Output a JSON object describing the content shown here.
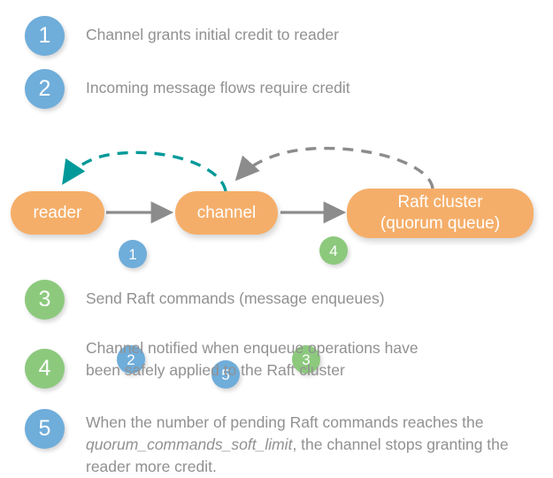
{
  "colors": {
    "badge_blue": "#6fadda",
    "badge_green": "#8cc97d",
    "node_orange": "#f5ae69",
    "text_gray": "#919191",
    "arrow_gray": "#8c8c8c",
    "arrow_teal": "#009999",
    "node_label": "#ffffff",
    "background": "#ffffff"
  },
  "steps_top": [
    {
      "number": "1",
      "color": "blue",
      "text": "Channel grants initial credit to reader"
    },
    {
      "number": "2",
      "color": "blue",
      "text": "Incoming message flows require credit"
    }
  ],
  "steps_bottom": [
    {
      "number": "3",
      "color": "green",
      "text": "Send Raft commands (message enqueues)"
    },
    {
      "number": "4",
      "color": "green",
      "text": "Channel notified when enqueue operations have\nbeen safely applied to the Raft cluster"
    },
    {
      "number": "5",
      "color": "blue",
      "text_part_1": "When the number of pending Raft commands reaches the ",
      "text_emphasis": "quorum_commands_soft_limit",
      "text_part_2": ", the channel stops granting the reader more credit."
    }
  ],
  "diagram": {
    "nodes": [
      {
        "id": "reader",
        "label": "reader"
      },
      {
        "id": "channel",
        "label": "channel"
      },
      {
        "id": "raft",
        "label": "Raft cluster\n(quorum queue)"
      }
    ],
    "edges": [
      {
        "id": "e1",
        "from": "channel",
        "to": "reader",
        "style": "dashed-curve",
        "color": "#009999",
        "badge": "1"
      },
      {
        "id": "e2",
        "from": "reader",
        "to": "channel",
        "style": "solid",
        "color": "#8c8c8c",
        "badge": "2"
      },
      {
        "id": "e3",
        "from": "channel",
        "to": "raft",
        "style": "solid",
        "color": "#8c8c8c",
        "badge": "3"
      },
      {
        "id": "e4",
        "from": "raft",
        "to": "channel",
        "style": "dashed-curve",
        "color": "#8c8c8c",
        "badge": "4"
      }
    ],
    "badges": [
      {
        "id": "f1",
        "number": "1",
        "color": "blue"
      },
      {
        "id": "f2",
        "number": "2",
        "color": "blue"
      },
      {
        "id": "f3",
        "number": "3",
        "color": "green"
      },
      {
        "id": "f4",
        "number": "4",
        "color": "green"
      },
      {
        "id": "f5",
        "number": "5",
        "color": "blue"
      }
    ]
  }
}
